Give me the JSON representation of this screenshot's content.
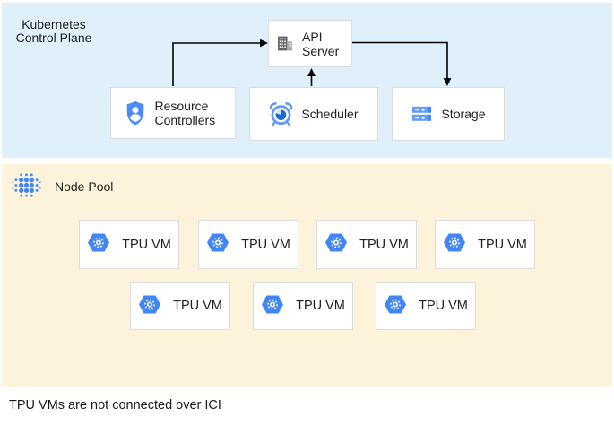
{
  "control_plane": {
    "title": "Kubernetes Control Plane",
    "nodes": {
      "api_server": "API Server",
      "resource_controllers": "Resource Controllers",
      "scheduler": "Scheduler",
      "storage": "Storage"
    }
  },
  "node_pool": {
    "title": "Node Pool",
    "vms": [
      "TPU VM",
      "TPU VM",
      "TPU VM",
      "TPU VM",
      "TPU VM",
      "TPU VM",
      "TPU VM"
    ]
  },
  "caption": "TPU VMs are not connected over ICI",
  "colors": {
    "control_plane_bg": "#dff0fb",
    "node_pool_bg": "#fcf3da",
    "box_border": "#dadce0",
    "google_blue": "#4285f4",
    "light_blue": "#669df6",
    "dark_blue": "#1967d2",
    "pale_blue": "#d2e3fc",
    "icon_gray": "#5f6368",
    "text": "#202124",
    "arrow": "#000000"
  }
}
